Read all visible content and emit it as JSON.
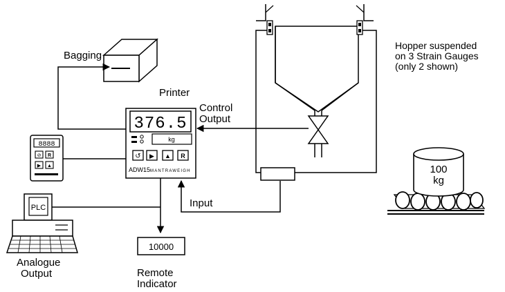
{
  "labels": {
    "bagging": "Bagging",
    "printer": "Printer",
    "control_output_1": "Control",
    "control_output_2": "Output",
    "input": "Input",
    "hopper_1": "Hopper suspended",
    "hopper_2": "on 3 Strain Gauges",
    "hopper_3": "(only 2 shown)",
    "analogue_1": "Analogue",
    "analogue_2": "Output",
    "remote_1": "Remote",
    "remote_2": "Indicator"
  },
  "weigh_unit": {
    "display": "376.5",
    "unit": "kg",
    "model": "ADW15",
    "brand": "MANTRAWEIGH",
    "keys": [
      "↺",
      "▶",
      "▲",
      "R"
    ]
  },
  "handheld": {
    "display": "8888",
    "keys": [
      "⊘",
      "R",
      "▶",
      "▲"
    ]
  },
  "plc": {
    "label": "PLC"
  },
  "remote_indicator": {
    "value": "10000"
  },
  "weight": {
    "value": "100",
    "unit": "kg"
  }
}
